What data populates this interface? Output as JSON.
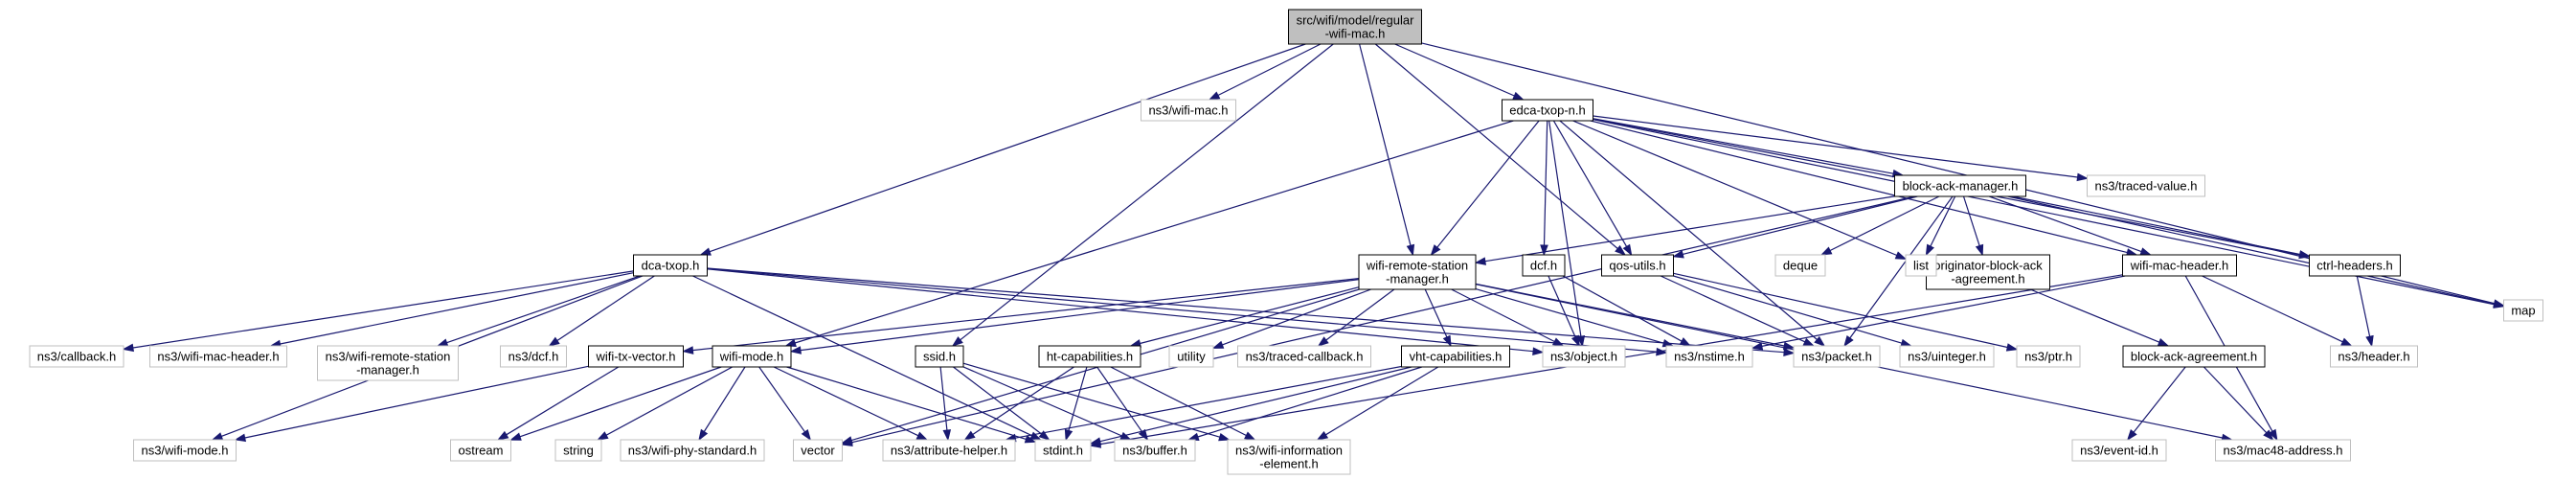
{
  "colors": {
    "edge": "#191970",
    "root_fill": "#bfbfbf",
    "local_stroke": "#000000",
    "external_stroke": "#bfbfbf",
    "text": "#000000",
    "background": "#ffffff"
  },
  "nodes": [
    {
      "id": "root",
      "label": [
        "src/wifi/model/regular",
        "-wifi-mac.h"
      ],
      "kind": "root"
    },
    {
      "id": "ns3-wifi-mac",
      "label": [
        "ns3/wifi-mac.h"
      ],
      "kind": "external"
    },
    {
      "id": "edca",
      "label": [
        "edca-txop-n.h"
      ],
      "kind": "local"
    },
    {
      "id": "map",
      "label": [
        "map"
      ],
      "kind": "external"
    },
    {
      "id": "dca",
      "label": [
        "dca-txop.h"
      ],
      "kind": "local"
    },
    {
      "id": "wrsm",
      "label": [
        "wifi-remote-station",
        "-manager.h"
      ],
      "kind": "local"
    },
    {
      "id": "qos",
      "label": [
        "qos-utils.h"
      ],
      "kind": "local"
    },
    {
      "id": "ssid",
      "label": [
        "ssid.h"
      ],
      "kind": "local"
    },
    {
      "id": "ns3-traced-value",
      "label": [
        "ns3/traced-value.h"
      ],
      "kind": "external"
    },
    {
      "id": "bam",
      "label": [
        "block-ack-manager.h"
      ],
      "kind": "local"
    },
    {
      "id": "dcf",
      "label": [
        "dcf.h"
      ],
      "kind": "local"
    },
    {
      "id": "deque",
      "label": [
        "deque"
      ],
      "kind": "external"
    },
    {
      "id": "oba",
      "label": [
        "originator-block-ack",
        "-agreement.h"
      ],
      "kind": "local"
    },
    {
      "id": "list",
      "label": [
        "list"
      ],
      "kind": "external"
    },
    {
      "id": "wmh",
      "label": [
        "wifi-mac-header.h"
      ],
      "kind": "local"
    },
    {
      "id": "ctrl",
      "label": [
        "ctrl-headers.h"
      ],
      "kind": "local"
    },
    {
      "id": "ns3-callback",
      "label": [
        "ns3/callback.h"
      ],
      "kind": "external"
    },
    {
      "id": "ns3-wifi-mac-header",
      "label": [
        "ns3/wifi-mac-header.h"
      ],
      "kind": "external"
    },
    {
      "id": "ns3-wrsm",
      "label": [
        "ns3/wifi-remote-station",
        "-manager.h"
      ],
      "kind": "external"
    },
    {
      "id": "ns3-dcf",
      "label": [
        "ns3/dcf.h"
      ],
      "kind": "external"
    },
    {
      "id": "wtv",
      "label": [
        "wifi-tx-vector.h"
      ],
      "kind": "local"
    },
    {
      "id": "wmode",
      "label": [
        "wifi-mode.h"
      ],
      "kind": "local"
    },
    {
      "id": "vector",
      "label": [
        "vector"
      ],
      "kind": "external"
    },
    {
      "id": "htcap",
      "label": [
        "ht-capabilities.h"
      ],
      "kind": "local"
    },
    {
      "id": "utility",
      "label": [
        "utility"
      ],
      "kind": "external"
    },
    {
      "id": "ns3-traced-callback",
      "label": [
        "ns3/traced-callback.h"
      ],
      "kind": "external"
    },
    {
      "id": "vhtcap",
      "label": [
        "vht-capabilities.h"
      ],
      "kind": "local"
    },
    {
      "id": "ns3-object",
      "label": [
        "ns3/object.h"
      ],
      "kind": "external"
    },
    {
      "id": "ns3-nstime",
      "label": [
        "ns3/nstime.h"
      ],
      "kind": "external"
    },
    {
      "id": "ns3-packet",
      "label": [
        "ns3/packet.h"
      ],
      "kind": "external"
    },
    {
      "id": "ns3-uinteger",
      "label": [
        "ns3/uinteger.h"
      ],
      "kind": "external"
    },
    {
      "id": "ns3-ptr",
      "label": [
        "ns3/ptr.h"
      ],
      "kind": "external"
    },
    {
      "id": "baa",
      "label": [
        "block-ack-agreement.h"
      ],
      "kind": "local"
    },
    {
      "id": "ns3-header",
      "label": [
        "ns3/header.h"
      ],
      "kind": "external"
    },
    {
      "id": "ns3-wifi-mode",
      "label": [
        "ns3/wifi-mode.h"
      ],
      "kind": "external"
    },
    {
      "id": "ostream",
      "label": [
        "ostream"
      ],
      "kind": "external"
    },
    {
      "id": "string",
      "label": [
        "string"
      ],
      "kind": "external"
    },
    {
      "id": "ns3-wifi-phy-standard",
      "label": [
        "ns3/wifi-phy-standard.h"
      ],
      "kind": "external"
    },
    {
      "id": "ns3-attribute-helper",
      "label": [
        "ns3/attribute-helper.h"
      ],
      "kind": "external"
    },
    {
      "id": "stdint",
      "label": [
        "stdint.h"
      ],
      "kind": "external"
    },
    {
      "id": "ns3-buffer",
      "label": [
        "ns3/buffer.h"
      ],
      "kind": "external"
    },
    {
      "id": "ns3-wifi-info-elem",
      "label": [
        "ns3/wifi-information",
        "-element.h"
      ],
      "kind": "external"
    },
    {
      "id": "ns3-event-id",
      "label": [
        "ns3/event-id.h"
      ],
      "kind": "external"
    },
    {
      "id": "ns3-mac48",
      "label": [
        "ns3/mac48-address.h"
      ],
      "kind": "external"
    }
  ],
  "edges": [
    [
      "root",
      "ns3-wifi-mac"
    ],
    [
      "root",
      "edca"
    ],
    [
      "root",
      "map"
    ],
    [
      "root",
      "dca"
    ],
    [
      "root",
      "wrsm"
    ],
    [
      "root",
      "qos"
    ],
    [
      "root",
      "ssid"
    ],
    [
      "edca",
      "map"
    ],
    [
      "edca",
      "wrsm"
    ],
    [
      "edca",
      "qos"
    ],
    [
      "edca",
      "ns3-traced-value"
    ],
    [
      "edca",
      "bam"
    ],
    [
      "edca",
      "dcf"
    ],
    [
      "edca",
      "list"
    ],
    [
      "edca",
      "wmh"
    ],
    [
      "edca",
      "ctrl"
    ],
    [
      "edca",
      "ns3-packet"
    ],
    [
      "edca",
      "ns3-object"
    ],
    [
      "edca",
      "wmode"
    ],
    [
      "bam",
      "map"
    ],
    [
      "bam",
      "deque"
    ],
    [
      "bam",
      "list"
    ],
    [
      "bam",
      "qos"
    ],
    [
      "bam",
      "oba"
    ],
    [
      "bam",
      "wmh"
    ],
    [
      "bam",
      "ctrl"
    ],
    [
      "bam",
      "ns3-packet"
    ],
    [
      "bam",
      "wrsm"
    ],
    [
      "bam",
      "vector"
    ],
    [
      "dca",
      "ns3-callback"
    ],
    [
      "dca",
      "ns3-wifi-mac-header"
    ],
    [
      "dca",
      "ns3-wrsm"
    ],
    [
      "dca",
      "ns3-dcf"
    ],
    [
      "dca",
      "ns3-nstime"
    ],
    [
      "dca",
      "ns3-packet"
    ],
    [
      "dca",
      "ns3-object"
    ],
    [
      "dca",
      "ns3-wifi-mode"
    ],
    [
      "dca",
      "stdint"
    ],
    [
      "wrsm",
      "wtv"
    ],
    [
      "wrsm",
      "wmode"
    ],
    [
      "wrsm",
      "htcap"
    ],
    [
      "wrsm",
      "utility"
    ],
    [
      "wrsm",
      "ns3-traced-callback"
    ],
    [
      "wrsm",
      "vhtcap"
    ],
    [
      "wrsm",
      "ns3-object"
    ],
    [
      "wrsm",
      "ns3-nstime"
    ],
    [
      "wrsm",
      "ns3-packet"
    ],
    [
      "wrsm",
      "ns3-mac48"
    ],
    [
      "wrsm",
      "vector"
    ],
    [
      "dcf",
      "ns3-object"
    ],
    [
      "dcf",
      "ns3-nstime"
    ],
    [
      "qos",
      "ns3-packet"
    ],
    [
      "qos",
      "ns3-uinteger"
    ],
    [
      "qos",
      "ns3-ptr"
    ],
    [
      "oba",
      "baa"
    ],
    [
      "baa",
      "ns3-event-id"
    ],
    [
      "baa",
      "ns3-mac48"
    ],
    [
      "wmh",
      "ns3-header"
    ],
    [
      "wmh",
      "ns3-mac48"
    ],
    [
      "wmh",
      "ns3-nstime"
    ],
    [
      "wmh",
      "stdint"
    ],
    [
      "ctrl",
      "ns3-header"
    ],
    [
      "wtv",
      "ns3-wifi-mode"
    ],
    [
      "wtv",
      "ostream"
    ],
    [
      "wmode",
      "ostream"
    ],
    [
      "wmode",
      "string"
    ],
    [
      "wmode",
      "ns3-wifi-phy-standard"
    ],
    [
      "wmode",
      "vector"
    ],
    [
      "wmode",
      "ns3-attribute-helper"
    ],
    [
      "wmode",
      "stdint"
    ],
    [
      "ssid",
      "ns3-attribute-helper"
    ],
    [
      "ssid",
      "stdint"
    ],
    [
      "ssid",
      "ns3-buffer"
    ],
    [
      "ssid",
      "ns3-wifi-info-elem"
    ],
    [
      "htcap",
      "ns3-attribute-helper"
    ],
    [
      "htcap",
      "stdint"
    ],
    [
      "htcap",
      "ns3-buffer"
    ],
    [
      "htcap",
      "ns3-wifi-info-elem"
    ],
    [
      "vhtcap",
      "ns3-attribute-helper"
    ],
    [
      "vhtcap",
      "stdint"
    ],
    [
      "vhtcap",
      "ns3-buffer"
    ],
    [
      "vhtcap",
      "ns3-wifi-info-elem"
    ]
  ]
}
